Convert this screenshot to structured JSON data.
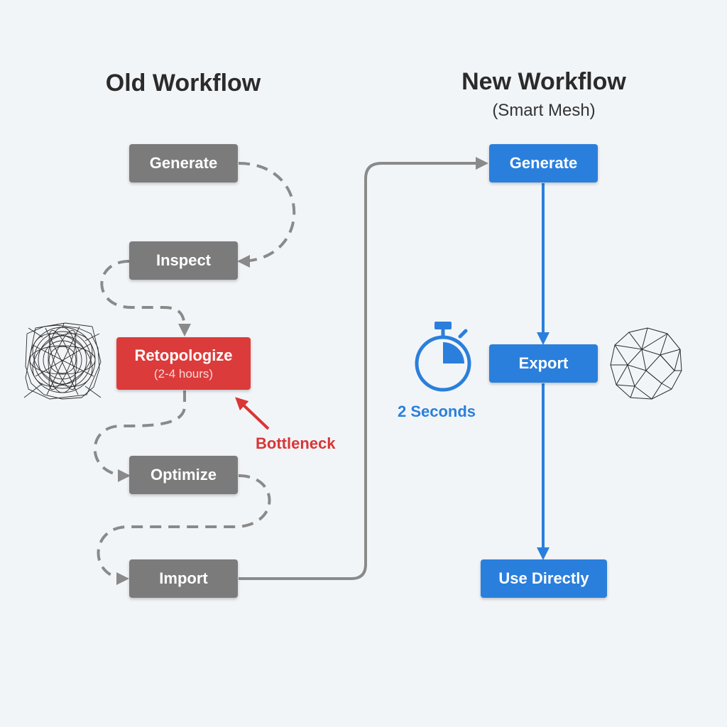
{
  "old_workflow": {
    "title": "Old Workflow",
    "steps": {
      "generate": "Generate",
      "inspect": "Inspect",
      "retopologize": "Retopologize",
      "retopologize_time": "(2-4 hours)",
      "optimize": "Optimize",
      "import": "Import"
    },
    "bottleneck_label": "Bottleneck"
  },
  "new_workflow": {
    "title": "New Workflow",
    "subtitle": "(Smart Mesh)",
    "steps": {
      "generate": "Generate",
      "export": "Export",
      "use_directly": "Use Directly"
    },
    "time_label": "2 Seconds"
  },
  "colors": {
    "old_step": "#7b7b7b",
    "bottleneck": "#dc3b3b",
    "new_step": "#2a7fdc",
    "connector": "#8a8a8a"
  },
  "icons": [
    "dense-mesh-icon",
    "stopwatch-icon",
    "clean-mesh-icon",
    "bottleneck-arrow-icon"
  ]
}
